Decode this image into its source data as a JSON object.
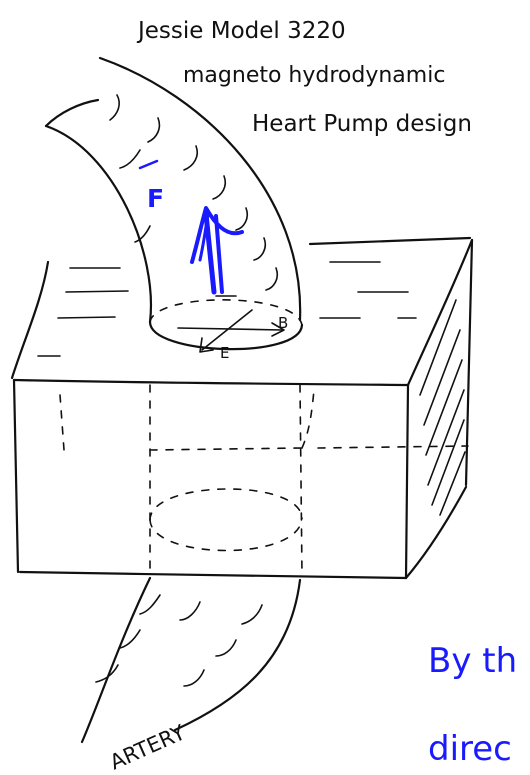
{
  "labels": {
    "title_line1": "Jessie Model 3220",
    "title_line2": "magneto hydrodynamic",
    "title_line3": "Heart Pump design",
    "force": "F",
    "magnetic_field": "B",
    "electric_field": "E",
    "artery": "ARTERY",
    "note_line1": "By th",
    "note_line2": "direc"
  },
  "colors": {
    "ink": "#111111",
    "annotation_blue": "#1a1aff"
  }
}
